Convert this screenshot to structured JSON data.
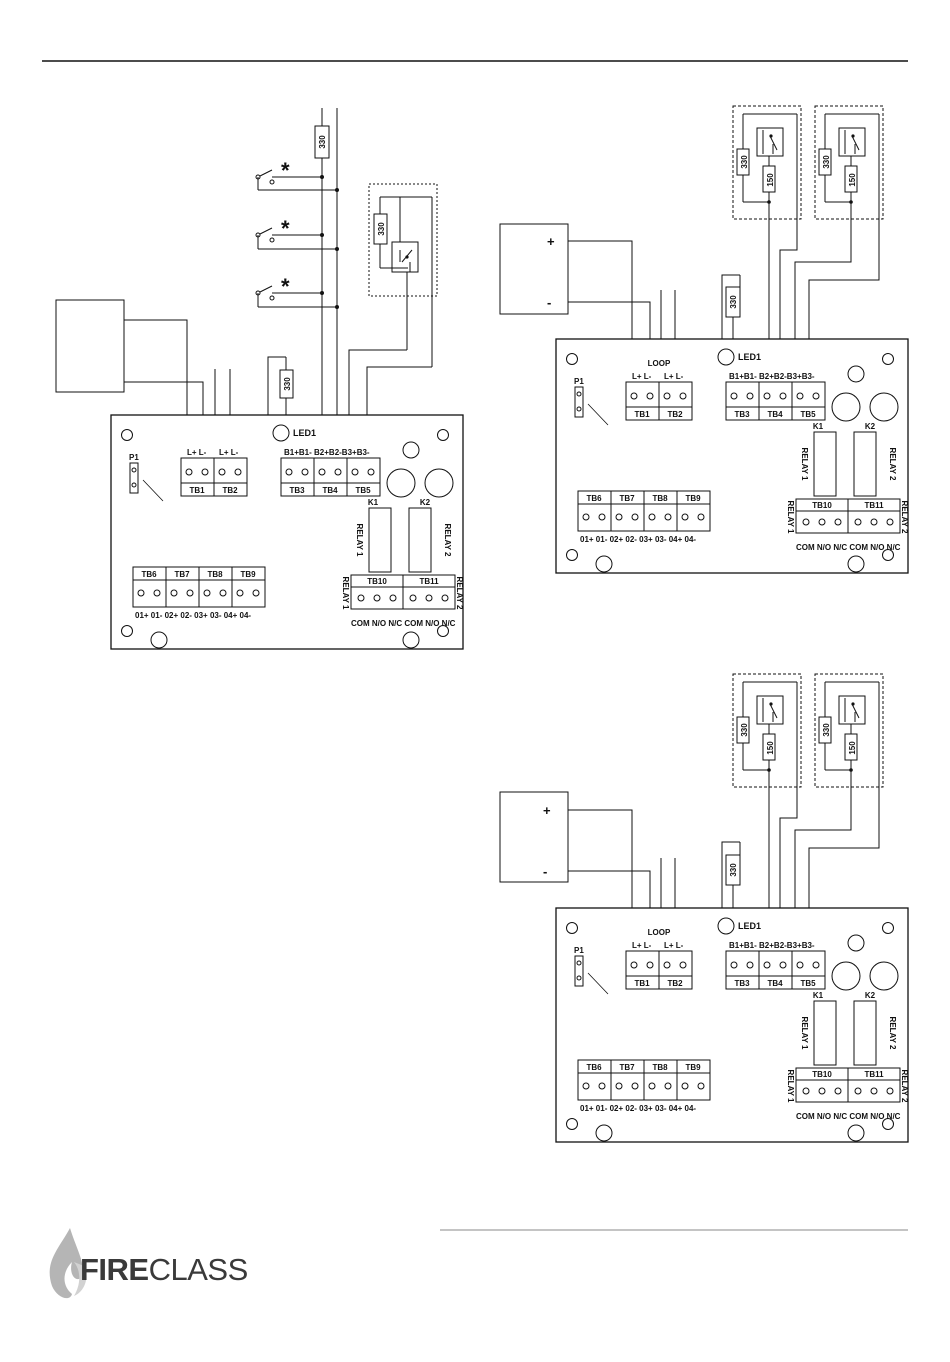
{
  "diagram_left": {
    "switch_mark": "*",
    "resistor_top": "330",
    "resistor_eol": "330",
    "resistor_loop": "330"
  },
  "board": {
    "led": "LED1",
    "jumper": "P1",
    "loop": "LOOP",
    "tb1_pins": "L+   L-",
    "tb2_pins": "L+   L-",
    "tb1": "TB1",
    "tb2": "TB2",
    "input_pins": "B1+B1-  B2+B2-B3+B3-",
    "tb3": "TB3",
    "tb4": "TB4",
    "tb5": "TB5",
    "k1": "K1",
    "k2": "K2",
    "relay1": "RELAY 1",
    "relay2": "RELAY 2",
    "tb6": "TB6",
    "tb7": "TB7",
    "tb8": "TB8",
    "tb9": "TB9",
    "output_pins": "01+ 01-  02+ 02-  03+ 03-  04+ 04-",
    "tb10": "TB10",
    "tb11": "TB11",
    "relay_pins": "COM N/O N/C COM N/O N/C"
  },
  "diagram_right": {
    "plus": "+",
    "minus": "-",
    "resistor_a": "330",
    "resistor_b": "150",
    "resistor_loop": "330"
  },
  "footer": {
    "logo_bold": "FIRE",
    "logo_light": "CLASS",
    "flame_color": "#a8a8a8"
  }
}
